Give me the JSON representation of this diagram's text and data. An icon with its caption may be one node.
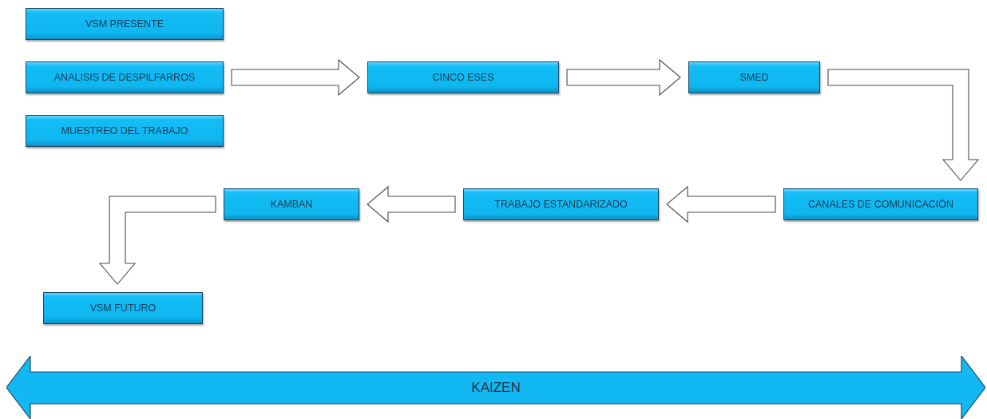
{
  "diagram": {
    "nodes": [
      {
        "text": [
          "VSM PRESENTE"
        ]
      },
      {
        "text": [
          "ANALISIS DE DESPILFARROS"
        ]
      },
      {
        "text": [
          "MUESTREO DEL TRABAJO"
        ]
      },
      {
        "text": [
          "CINCO ESES"
        ]
      },
      {
        "text": [
          "SMED"
        ]
      },
      {
        "text": [
          "CANALES DE COMUNICACIÓN"
        ]
      },
      {
        "text": [
          "TRABAJO ESTANDARIZADO"
        ]
      },
      {
        "text": [
          "KAMBAN"
        ]
      },
      {
        "text": [
          "VSM FUTURO"
        ]
      },
      {
        "text": [
          "KAIZEN"
        ]
      }
    ],
    "edges": [
      {
        "from": 1,
        "to": 3,
        "arrow": "to"
      },
      {
        "from": 3,
        "to": 4,
        "arrow": "to"
      },
      {
        "from": 4,
        "to": 5,
        "arrow": "to"
      },
      {
        "from": 5,
        "to": 6,
        "arrow": "to"
      },
      {
        "from": 6,
        "to": 7,
        "arrow": "to"
      },
      {
        "from": 7,
        "to": 8,
        "arrow": "to"
      }
    ]
  }
}
